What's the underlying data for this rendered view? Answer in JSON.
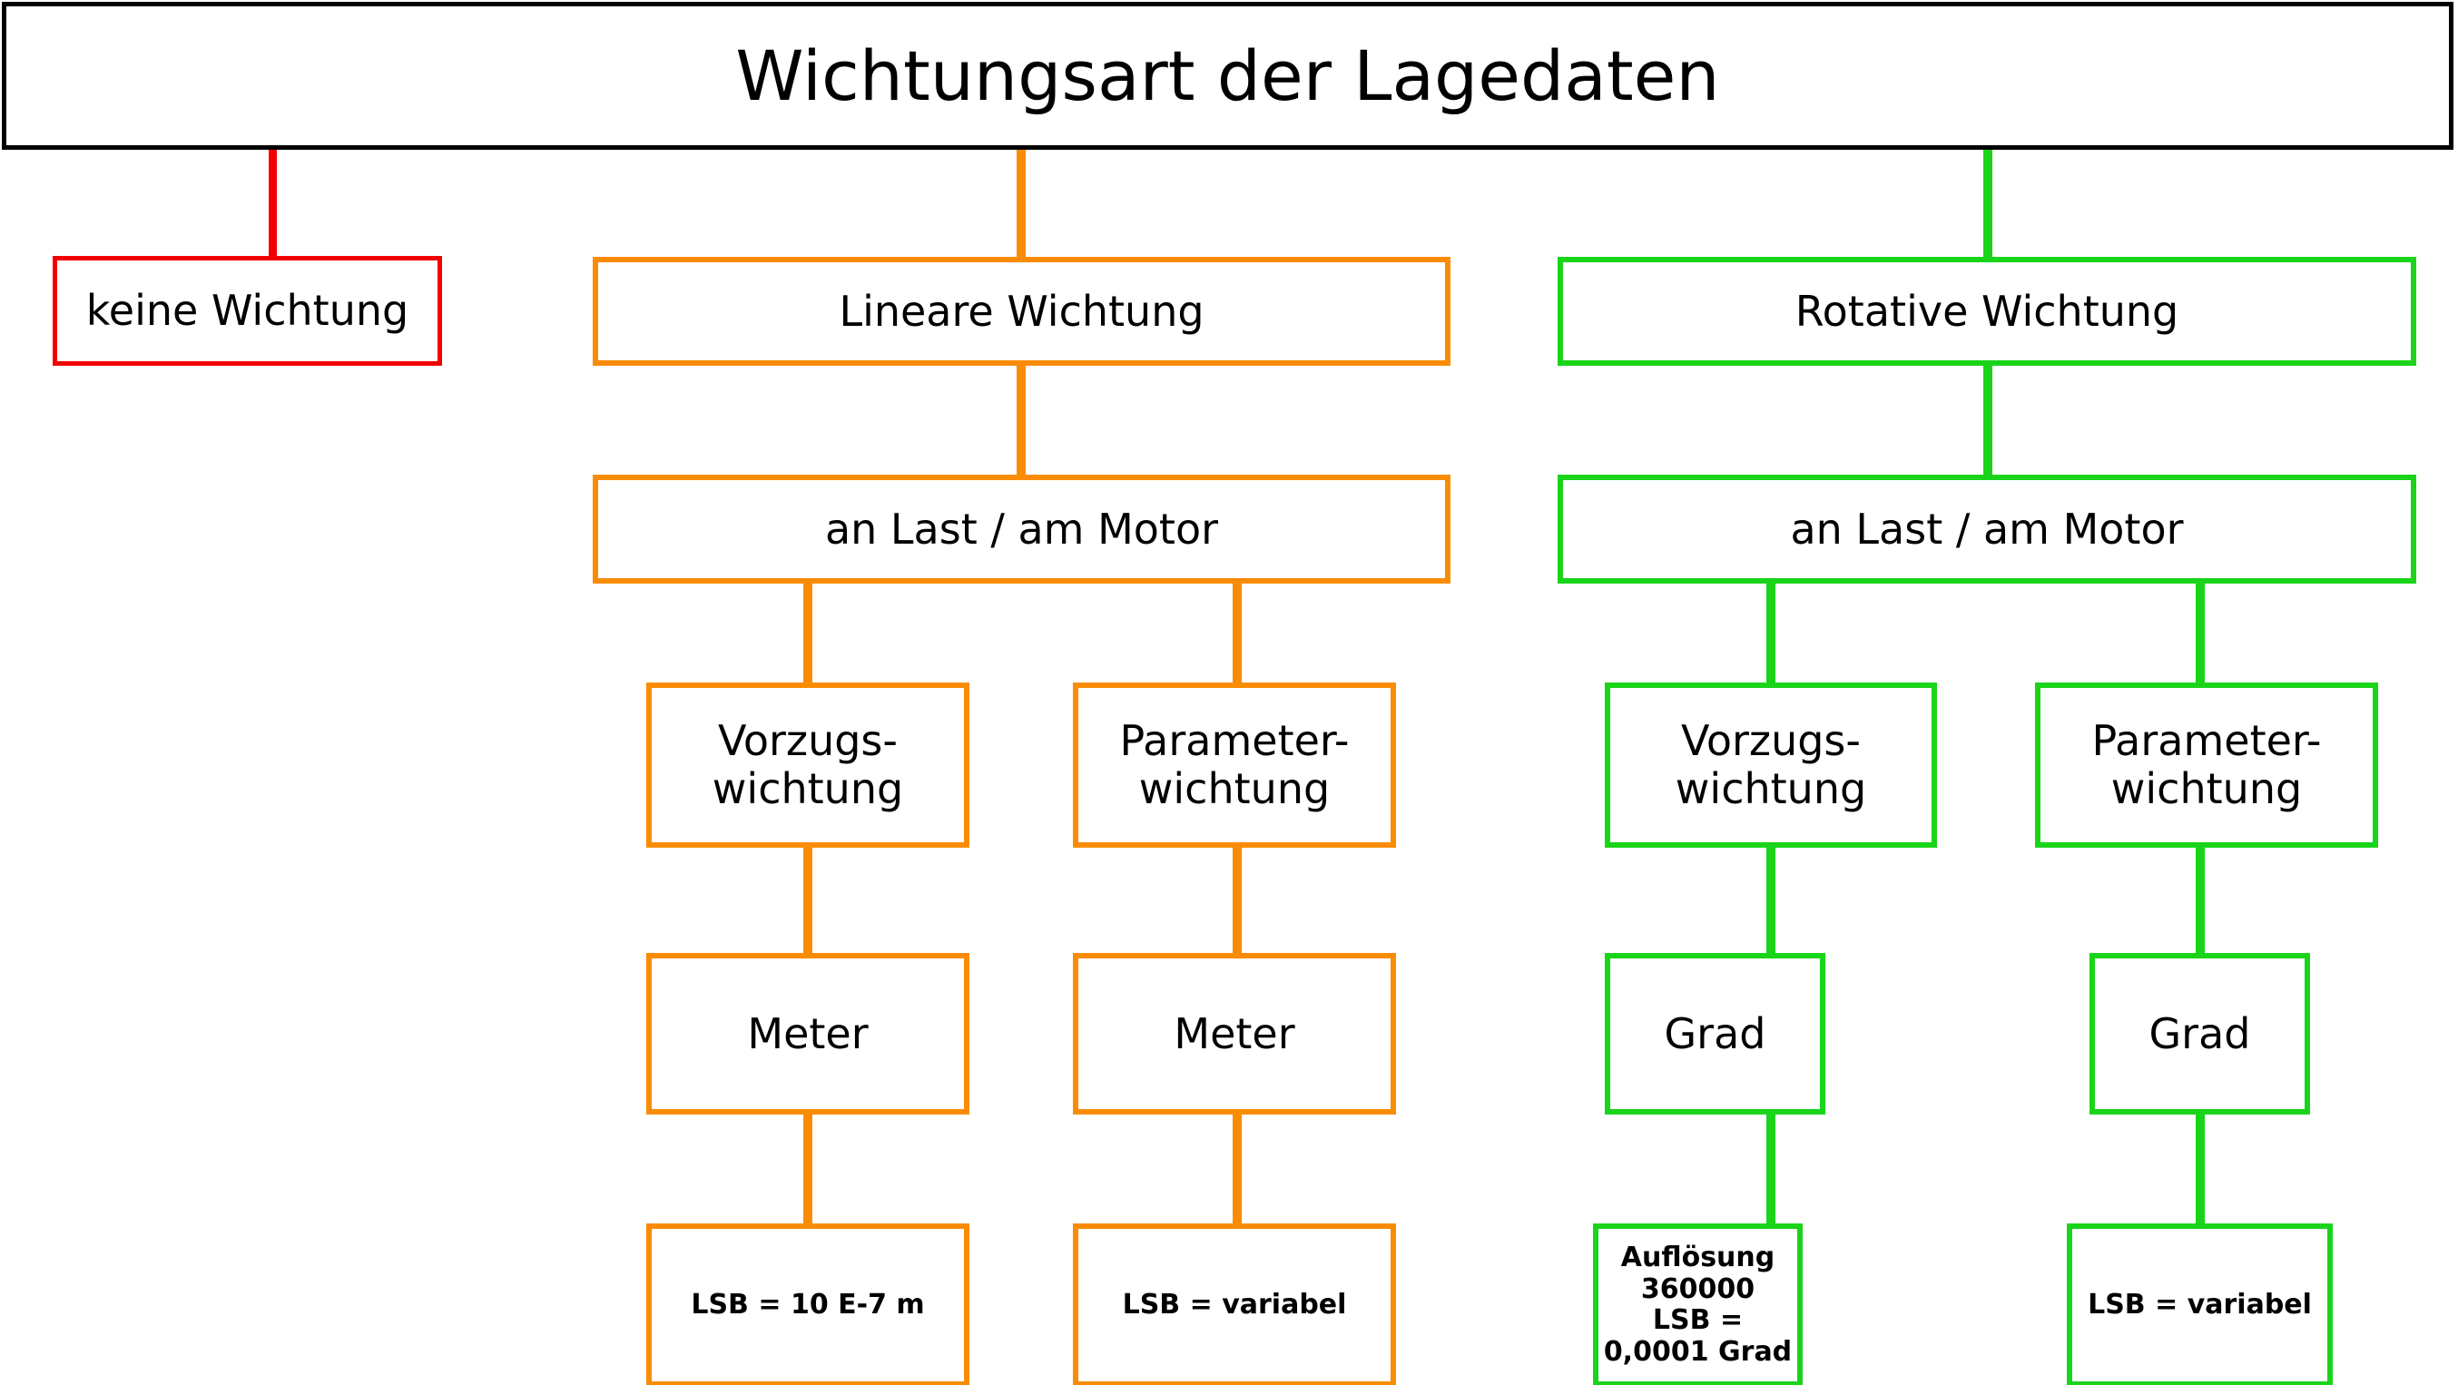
{
  "diagram": {
    "title": "Wichtungsart der Lagedaten",
    "branches": {
      "none": {
        "color": "#f50000",
        "label": "keine Wichtung"
      },
      "linear": {
        "color": "#fa8c05",
        "label": "Lineare Wichtung",
        "location": "an Last / am Motor",
        "children": [
          {
            "label": "Vorzugs-\nwichtung",
            "unit": "Meter",
            "leaf": "LSB = 10 E-7 m"
          },
          {
            "label": "Parameter-\nwichtung",
            "unit": "Meter",
            "leaf": "LSB = variabel"
          }
        ]
      },
      "rotative": {
        "color": "#1ad41a",
        "label": "Rotative Wichtung",
        "location": "an Last / am Motor",
        "children": [
          {
            "label": "Vorzugs-\nwichtung",
            "unit": "Grad",
            "leaf": "Auflösung 360000\nLSB = 0,0001 Grad"
          },
          {
            "label": "Parameter-\nwichtung",
            "unit": "Grad",
            "leaf": "LSB = variabel"
          }
        ]
      }
    }
  }
}
